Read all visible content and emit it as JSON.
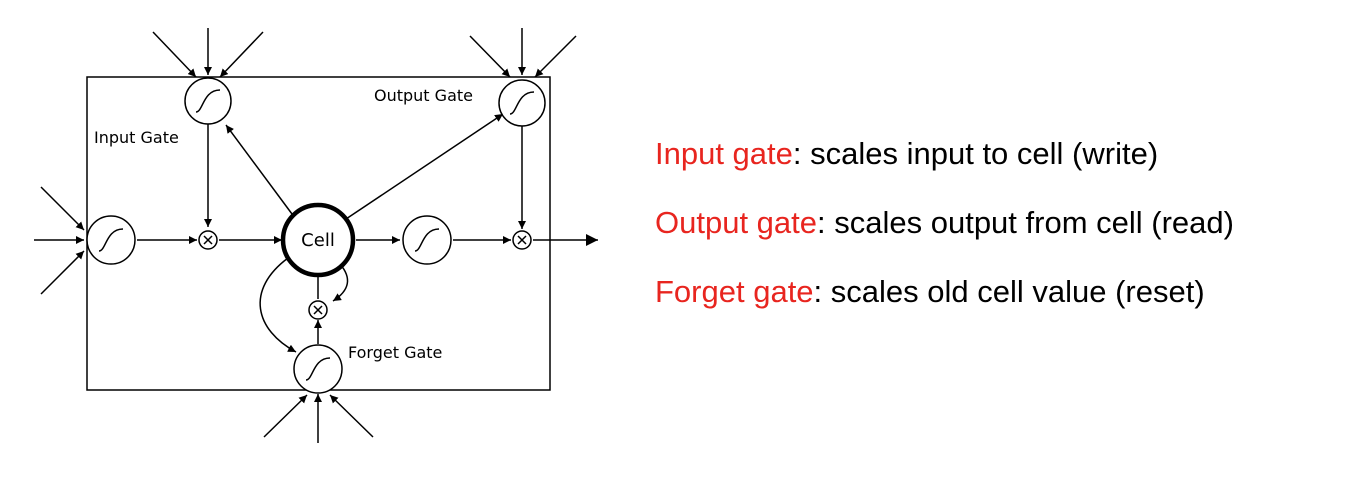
{
  "diagram": {
    "labels": {
      "input_gate": "Input Gate",
      "output_gate": "Output Gate",
      "forget_gate": "Forget Gate",
      "cell": "Cell"
    },
    "colors": {
      "lines": "#000000",
      "highlight": "#e8251f"
    },
    "icons": {
      "gate": "sigmoid-icon",
      "multiply": "multiply-icon"
    }
  },
  "legend": {
    "items": [
      {
        "term": "Input gate",
        "description": ": scales input to cell (write)"
      },
      {
        "term": "Output gate",
        "description": ": scales output from cell (read)"
      },
      {
        "term": "Forget gate",
        "description": ": scales old cell value (reset)"
      }
    ]
  }
}
